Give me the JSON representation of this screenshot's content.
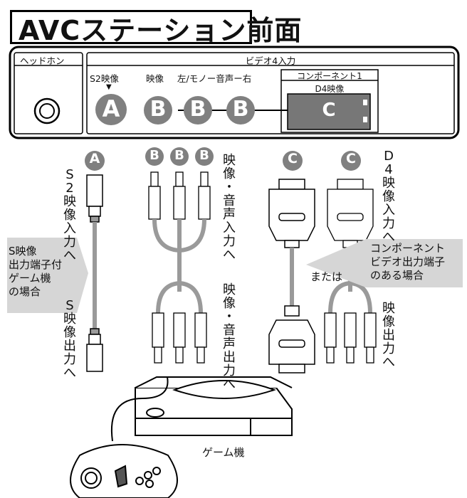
{
  "title": "AVCステーション前面",
  "panel": {
    "headphone": "ヘッドホン",
    "video4": "ビデオ4入力",
    "s2video": "S2映像",
    "arrow": "▼",
    "video": "映像",
    "audio": "左/モノー音声ー右",
    "component": "コンポーネント1",
    "d4": "D4映像"
  },
  "badges": {
    "a": "A",
    "b": "B",
    "c": "C"
  },
  "labels": {
    "s2_in": [
      "S",
      "2",
      "映",
      "像",
      "入",
      "力",
      "へ"
    ],
    "s_out": [
      "S",
      "映",
      "像",
      "出",
      "力",
      "へ"
    ],
    "av_in": [
      "映",
      "像",
      "・",
      "音",
      "声",
      "入",
      "力",
      "へ"
    ],
    "av_out": [
      "映",
      "像",
      "・",
      "音",
      "声",
      "出",
      "力",
      "へ"
    ],
    "d4_in": [
      "D",
      "4",
      "映",
      "像",
      "入",
      "力",
      "へ"
    ],
    "vid_out": [
      "映",
      "像",
      "出",
      "力",
      "へ"
    ],
    "s_note": [
      "S映像",
      "出力端子付",
      "ゲーム機",
      "の場合"
    ],
    "comp_note": [
      "コンポーネント",
      "ビデオ出力端子",
      "のある場合"
    ],
    "or": "または",
    "console": "ゲーム機"
  },
  "colors": {
    "badge": "#808080",
    "panel_slot": "#7a7a7a",
    "cable": "#9a9a9a",
    "note_bg": "#d6d6d6"
  }
}
